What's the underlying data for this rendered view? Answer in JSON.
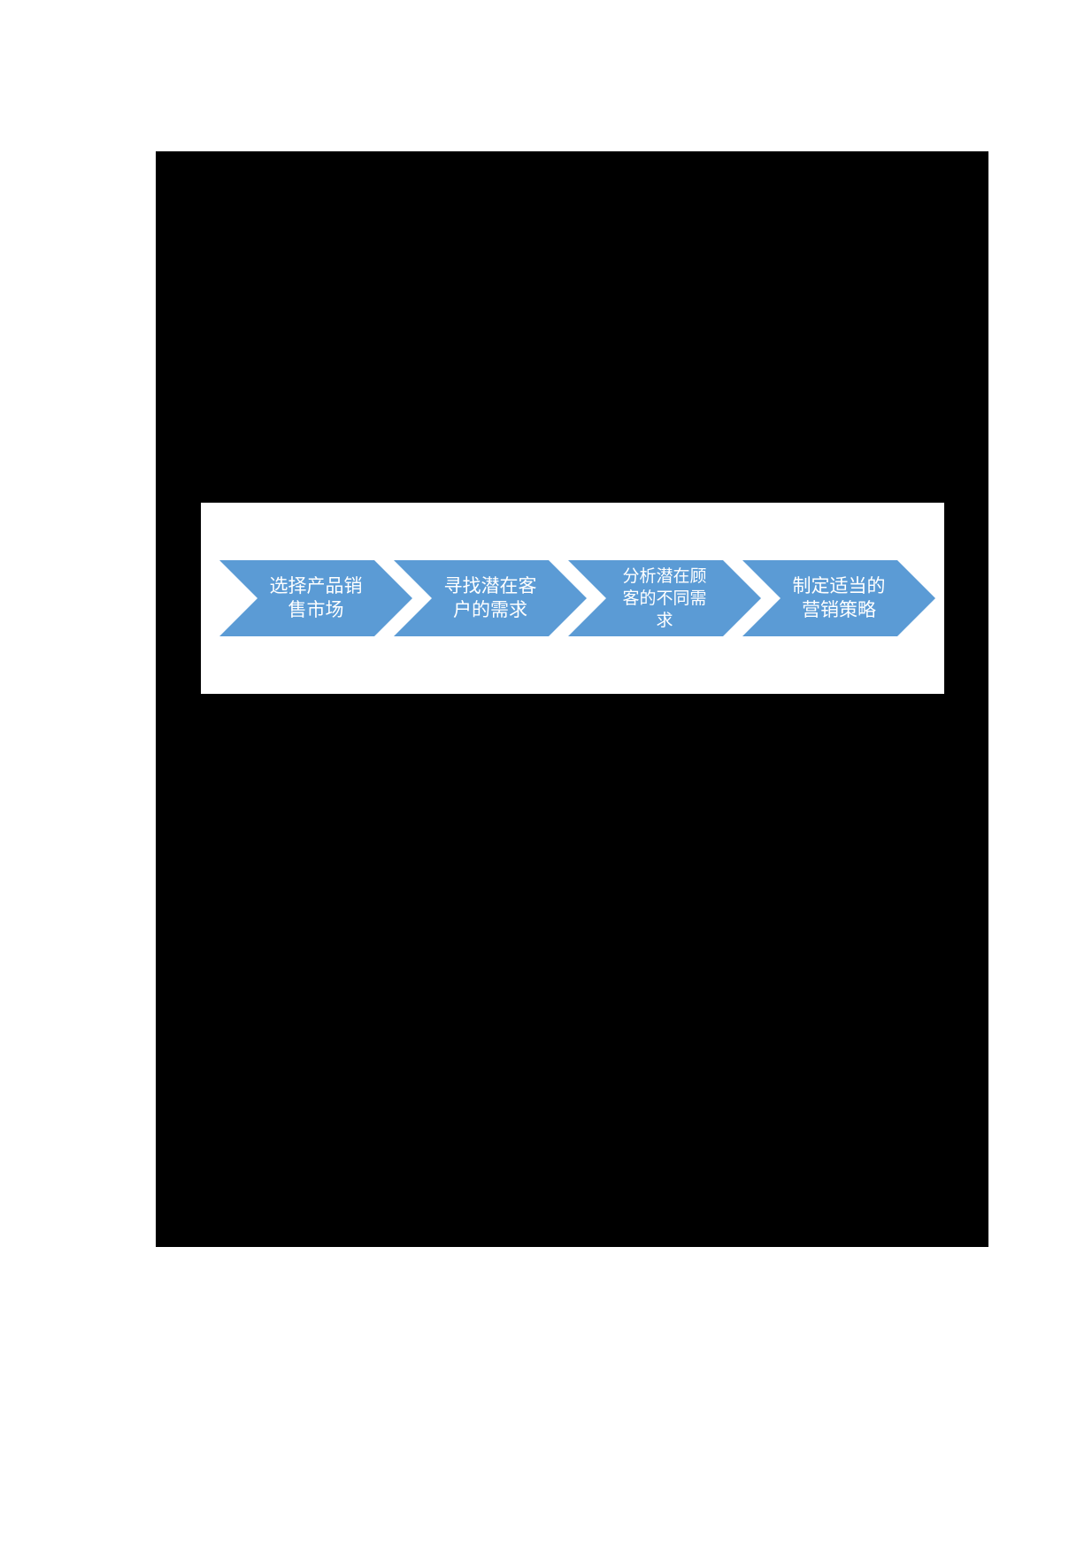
{
  "page": {
    "background_color": "#ffffff",
    "panel_color": "#000000",
    "figure_background_color": "#ffffff"
  },
  "diagram": {
    "type": "process-flow-chevrons",
    "direction": "left-to-right",
    "arrow_color": "#5B9BD5",
    "text_color": "#ffffff",
    "steps": [
      {
        "label": "选择产品销\n售市场"
      },
      {
        "label": "寻找潜在客\n户的需求"
      },
      {
        "label": "分析潜在顾\n客的不同需\n求"
      },
      {
        "label": "制定适当的\n营销策略"
      }
    ]
  }
}
